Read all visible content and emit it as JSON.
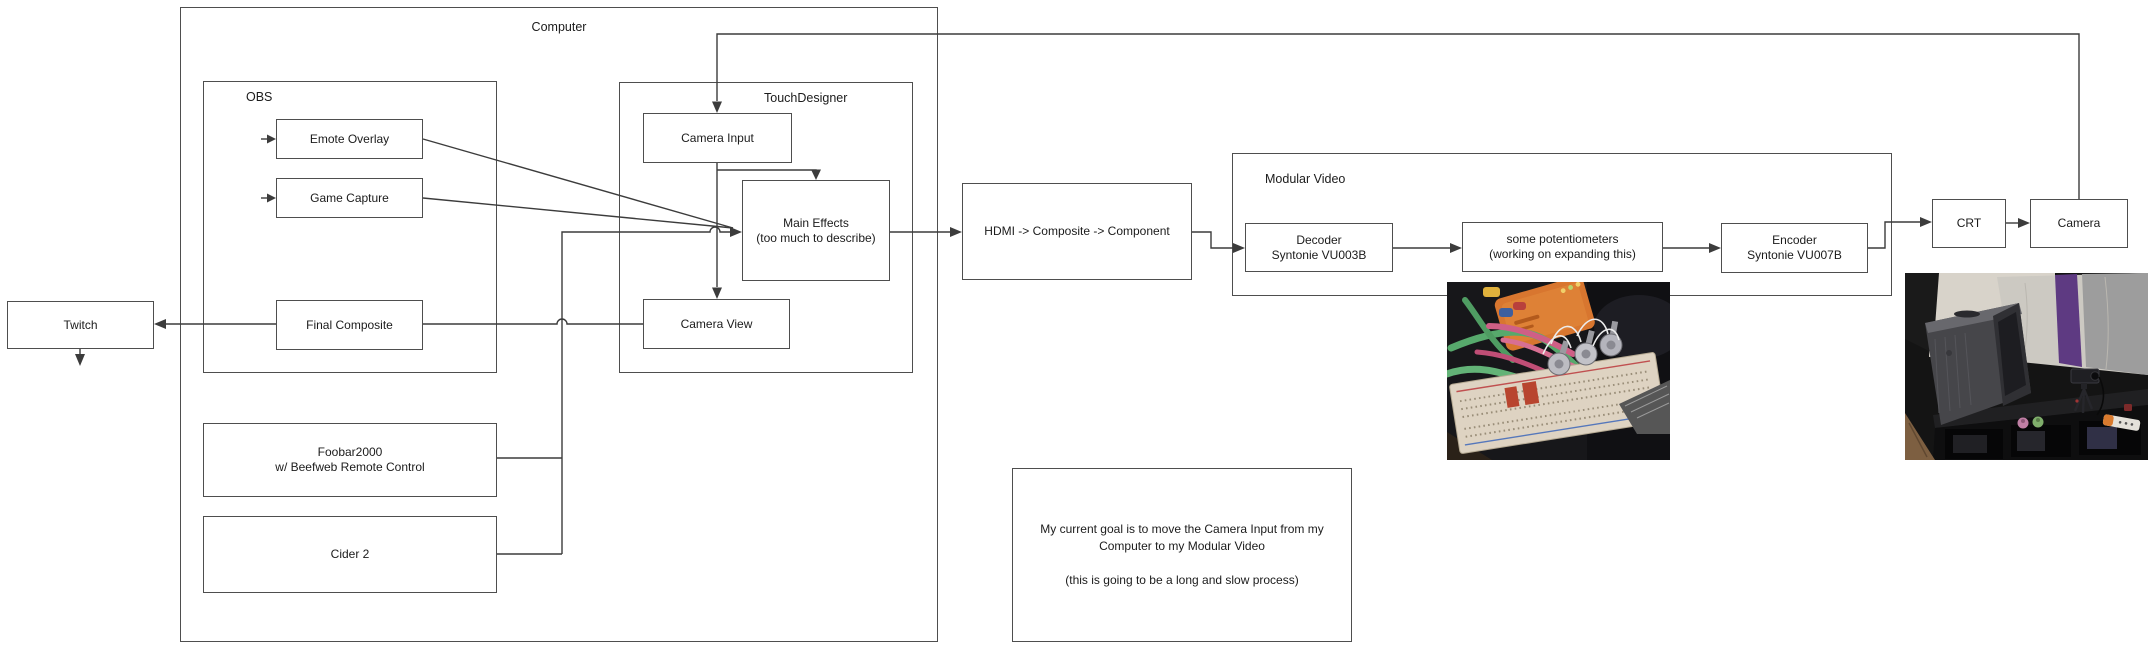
{
  "containers": {
    "computer": {
      "label": "Computer"
    },
    "obs": {
      "label": "OBS"
    },
    "touchdesigner": {
      "label": "TouchDesigner"
    },
    "modular_video": {
      "label": "Modular Video"
    }
  },
  "nodes": {
    "twitch": {
      "label": "Twitch"
    },
    "emote_overlay": {
      "label": "Emote Overlay"
    },
    "game_capture": {
      "label": "Game Capture"
    },
    "final_composite": {
      "label": "Final Composite"
    },
    "camera_input": {
      "label": "Camera Input"
    },
    "main_effects": {
      "label": "Main Effects\n(too much to describe)"
    },
    "camera_view": {
      "label": "Camera View"
    },
    "foobar": {
      "label": "Foobar2000\nw/ Beefweb Remote Control"
    },
    "cider": {
      "label": "Cider 2"
    },
    "hdmi_converter": {
      "label": "HDMI -> Composite -> Component"
    },
    "decoder": {
      "label": "Decoder\nSyntonie VU003B"
    },
    "potentiometers": {
      "label": "some potentiometers\n(working on expanding this)"
    },
    "encoder": {
      "label": "Encoder\nSyntonie VU007B"
    },
    "crt": {
      "label": "CRT"
    },
    "camera": {
      "label": "Camera"
    }
  },
  "note": {
    "text": "My current goal is to move the Camera Input from my Computer to my Modular Video\n\n(this is going to be a long and slow process)"
  },
  "photos": {
    "breadboard": {
      "name": "breadboard-with-potentiometers-photo"
    },
    "crt_setup": {
      "name": "crt-tv-and-camera-photo"
    }
  },
  "colors": {
    "line": "#3c3c3c",
    "box_border": "#4e4e4e",
    "text": "#1b1b1b",
    "background": "#ffffff"
  }
}
